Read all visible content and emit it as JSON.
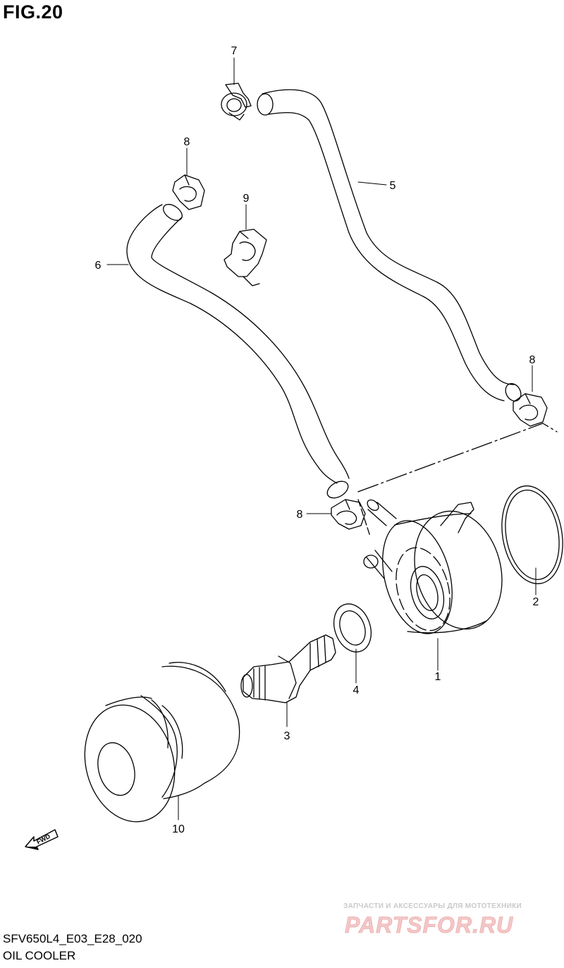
{
  "figure": {
    "title": "FIG.20",
    "model_code": "SFV650L4_E03_E28_020",
    "name": "OIL COOLER"
  },
  "callouts": [
    "7",
    "8",
    "9",
    "6",
    "5",
    "8",
    "8",
    "2",
    "1",
    "4",
    "3",
    "10"
  ],
  "fwd_label": "FWD",
  "watermark": {
    "subtitle": "ЗАПЧАСТИ И АКСЕССУАРЫ ДЛЯ МОТОТЕХНИКИ",
    "logo": "PARTSFOR.RU",
    "color": "#e03a3a"
  },
  "colors": {
    "line": "#000000",
    "background": "#ffffff"
  }
}
